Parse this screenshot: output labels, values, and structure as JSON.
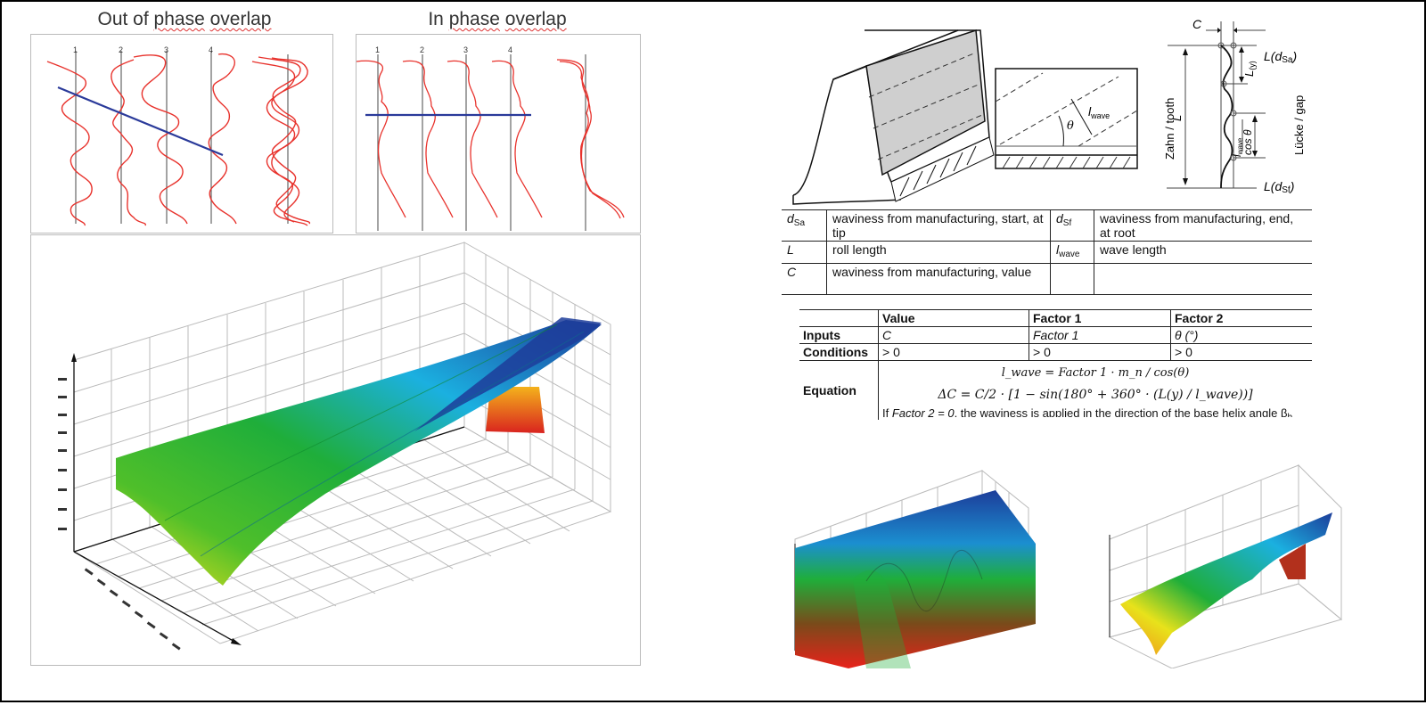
{
  "phase_panels": {
    "out_of_phase": {
      "title_plain": "Out of ",
      "title_sq1": "phase",
      "title_sp": " ",
      "title_sq2": "overlap",
      "profile_labels": [
        "1",
        "2",
        "3",
        "4"
      ]
    },
    "in_phase": {
      "title_plain": "In ",
      "title_sq1": "phase",
      "title_sp": " ",
      "title_sq2": "overlap",
      "profile_labels": [
        "1",
        "2",
        "3",
        "4"
      ]
    },
    "colors": {
      "profile": "#e8322c",
      "overlap_line": "#2a3a9a",
      "axis": "#555555"
    }
  },
  "gear_diagram": {
    "label_C": "C",
    "label_L_dSa_main": "L(d",
    "label_L_dSa_sub": "Sa",
    "label_L_dSf_main": "L(d",
    "label_L_dSf_sub": "Sf",
    "label_close": ")",
    "label_Ly": "L",
    "label_Ly_sub": "(y)",
    "label_zahn": "Zahn / tooth",
    "label_L": "L",
    "label_luecke": "Lücke / gap",
    "label_lwave_num": "l",
    "label_lwave_sub": "wave",
    "label_cos": "cos θ",
    "label_theta": "θ"
  },
  "legend_table": {
    "rows": [
      {
        "sym1": "d",
        "sym1_sub": "Sa",
        "desc1": "waviness from manufacturing, start, at tip",
        "sym2": "d",
        "sym2_sub": "Sf",
        "desc2": "waviness from manufacturing, end, at root"
      },
      {
        "sym1": "L",
        "sym1_sub": "",
        "desc1": "roll length",
        "sym2": "l",
        "sym2_sub": "wave",
        "desc2": "wave length"
      },
      {
        "sym1": "C",
        "sym1_sub": "",
        "desc1": "waviness from manufacturing, value",
        "sym2": "",
        "sym2_sub": "",
        "desc2": ""
      }
    ]
  },
  "input_table": {
    "headers": [
      "",
      "Value",
      "Factor 1",
      "Factor 2"
    ],
    "inputs": {
      "label": "Inputs",
      "values": [
        "C",
        "Factor 1",
        "θ (°)"
      ]
    },
    "conditions": {
      "label": "Conditions",
      "values": [
        "> 0",
        "> 0",
        "> 0"
      ]
    },
    "equation": {
      "label": "Equation",
      "line1": "l_wave = Factor 1 · m_n / cos(θ)",
      "line2": "ΔC = C/2 · [1 − sin(180° + 360° · (L(y) / l_wave))]",
      "note_pre": "If ",
      "note_it": "Factor 2 = 0",
      "note_post": ", the waviness is applied in the direction of the base helix angle β",
      "note_sub": "b"
    }
  },
  "surface_plots": {
    "main": {
      "type": "3d-surface",
      "colormap": [
        "#d9231f",
        "#f2e21b",
        "#1fae3a",
        "#1bb0e0",
        "#1d3d9a"
      ]
    },
    "bottom_left": {
      "type": "3d-surface",
      "pattern": "sinusoidal waves"
    },
    "bottom_right": {
      "type": "3d-surface",
      "pattern": "tapered wavy"
    }
  }
}
